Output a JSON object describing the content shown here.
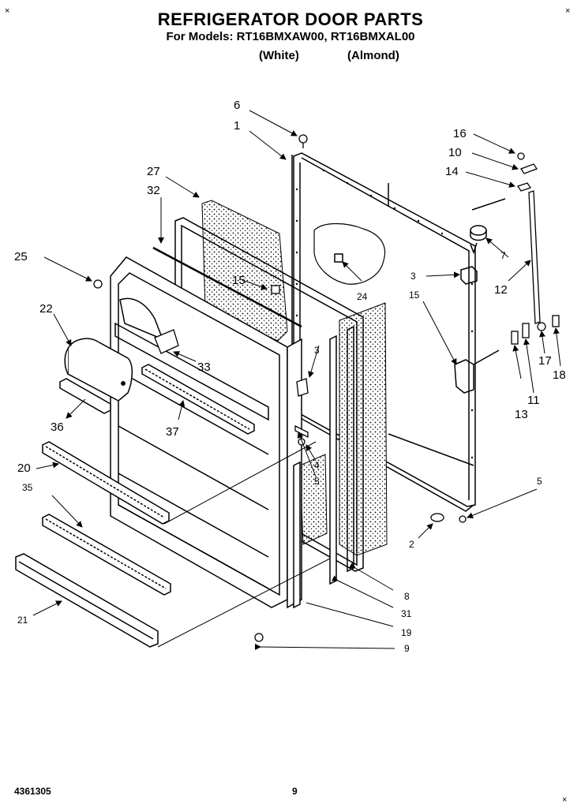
{
  "header": {
    "title": "REFRIGERATOR DOOR PARTS",
    "models_line": "For Models: RT16BMXAW00, RT16BMXAL00",
    "variant_white": "(White)",
    "variant_almond": "(Almond)"
  },
  "footer": {
    "code": "4361305",
    "page": "9"
  },
  "callouts": {
    "c1": "1",
    "c2": "2",
    "c3a": "3",
    "c3b": "3",
    "c4": "4",
    "c5a": "5",
    "c5b": "5",
    "c6": "6",
    "c7": "7",
    "c8": "8",
    "c9": "9",
    "c10": "10",
    "c11": "11",
    "c12": "12",
    "c13": "13",
    "c14": "14",
    "c15a": "15",
    "c15b": "15",
    "c16": "16",
    "c17": "17",
    "c18": "18",
    "c19": "19",
    "c20": "20",
    "c21": "21",
    "c22": "22",
    "c24": "24",
    "c25": "25",
    "c27": "27",
    "c31": "31",
    "c32": "32",
    "c33": "33",
    "c35": "35",
    "c36": "36",
    "c37": "37"
  },
  "colors": {
    "ink": "#000000",
    "paper": "#ffffff",
    "foam": "#bdbdbd"
  }
}
